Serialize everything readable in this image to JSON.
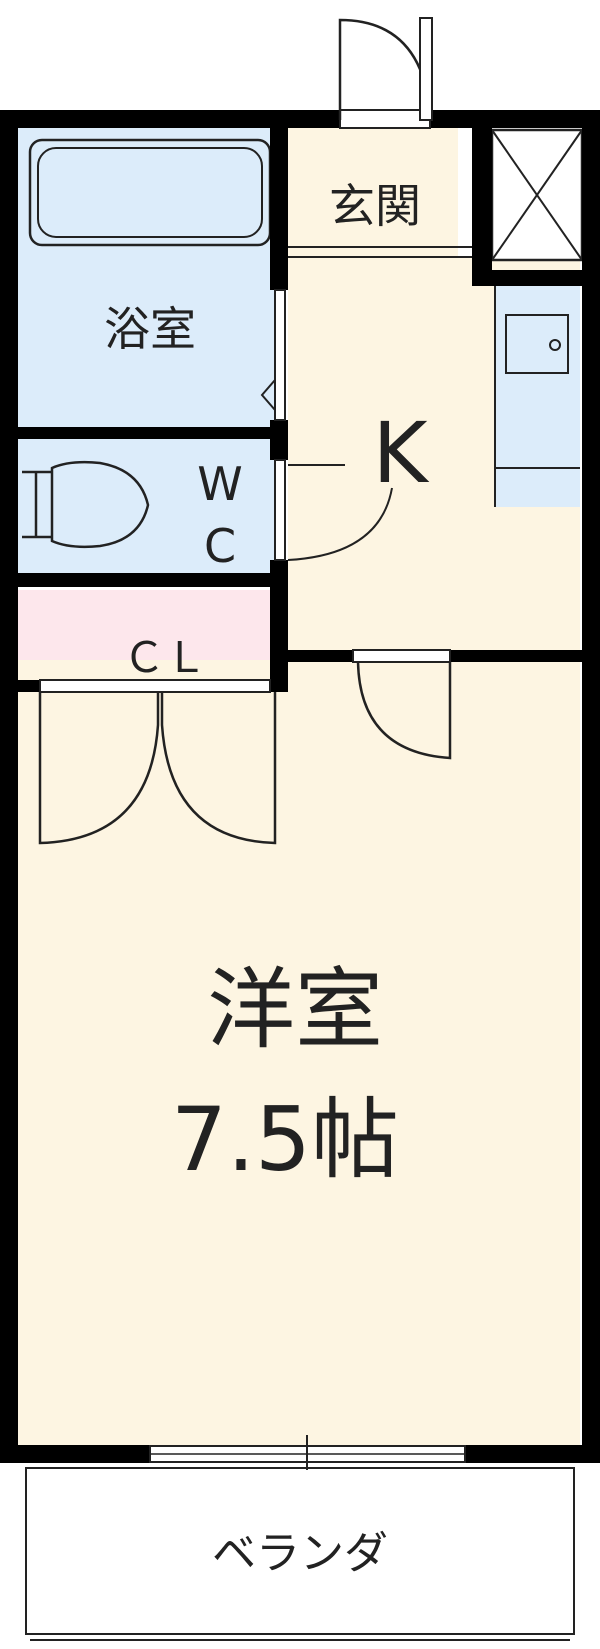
{
  "rooms": {
    "entrance": "玄関",
    "bath": "浴室",
    "kitchen": "K",
    "wc_top": "W",
    "wc_bottom": "C",
    "closet": "ＣＬ",
    "western_room_name": "洋室",
    "western_room_size": "7.5帖",
    "veranda": "ベランダ"
  },
  "colors": {
    "wall": "#000000",
    "bath_fill": "#dcecfa",
    "wc_fill": "#dcecfa",
    "closet_fill": "#fde7ec",
    "room_fill": "#fdf5e2",
    "kitchen_counter_fill": "#dcecfa",
    "veranda_fill": "#ffffff",
    "line": "#222222"
  }
}
